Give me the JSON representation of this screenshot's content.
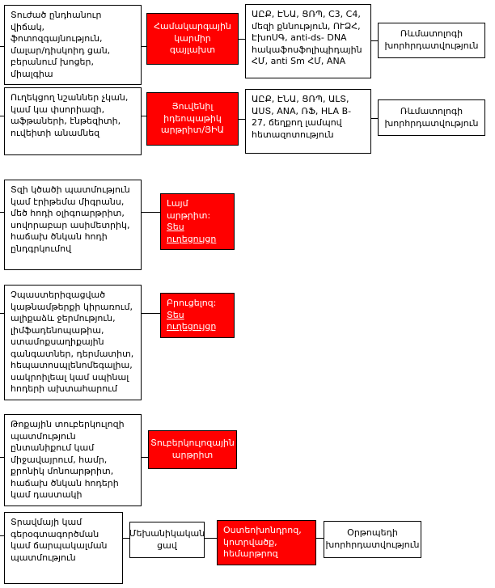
{
  "colors": {
    "highlight_bg": "#ff0000",
    "highlight_text": "#ffffff",
    "box_bg": "#ffffff",
    "box_border": "#000000",
    "text": "#000000"
  },
  "rows": [
    {
      "condition": "Տուժած ընդհանուր վիճակ, ֆոտոզգայնություն, մալար/դիսկոիդ ցան, բերանում խոցեր, միալգիա",
      "diagnosis": "Համակարգային կարմիր գայլախտ",
      "tests": "ԱԸՔ, ԷՆԱ, ՑՌՊ, C3, C4, մեզի քննություն, ՈՒՁՀ, ԷխոՍԳ, anti-ds- DNA հակաֆոսֆոլիպիդային ՀՄ, anti Sm ՀՄ, ANA",
      "referral": "Ռևմատոլոգի խորհրդատվություն"
    },
    {
      "condition": "Ուղեկցող նշաններ չկան, կամ կա փսորիազի, աֆթաների, էնթեզիտի, ուվեիտի անամնեզ",
      "diagnosis": "Յուվենիլ իդեոպաթիկ արթրիտ/ՅԻԱ",
      "tests": "ԱԸՔ, ԷՆԱ, ՑՌՊ, ԱԼՏ, ԱՍՏ, ANA, ՌՖ, HLA B-27, ճեղքող լամպով հետազոտություն",
      "referral": "Ռևմատոլոգի խորհրդատվություն"
    },
    {
      "condition": "Տզի կծածի պատմություն կամ էրիթեմա միգրանս, մեծ հոդի օլիգոարթրիտ, սովորաբար ասիմետրիկ, հաճախ ծնկան հոդի ընդգրկումով",
      "diagnosis": "Լայմ արթրիտ:",
      "guideline_link": "Տես ուղեցույցը"
    },
    {
      "condition": "Չպաստերիզացված կաթնամթերքի կիրառում, ալիքաձև ջերմություն, լիմֆադենոպաթիա, ստամոքսաղիքային գանգատներ, դերմատիտ, հեպատոսպլենոմեգալիա, սակրոիլեալ կամ սպինալ հոդերի ախտահարում",
      "diagnosis": "Բրուցելոզ:",
      "guideline_link": "Տես ուղեցույցը"
    },
    {
      "condition": "Թոքային տուբերկուլոզի պատմություն ընտանիքում կամ միջավայրում, համր, քրոնիկ մոնոարթրիտ, հաճախ ծնկան հոդերի կամ դաստակի",
      "diagnosis": "Տուբերկուլոզային արթրիտ"
    },
    {
      "condition": "Տրավմայի կամ գերօգտագործման կամ ճարպակալման պատմություն",
      "pain_type": "Մեխանիկական ցավ",
      "diagnosis": "Օստեոխոնդրոզ, կոտրվածք, հեմարթրոզ",
      "referral": "Օրթոպեդի խորհրդատվություն"
    }
  ]
}
